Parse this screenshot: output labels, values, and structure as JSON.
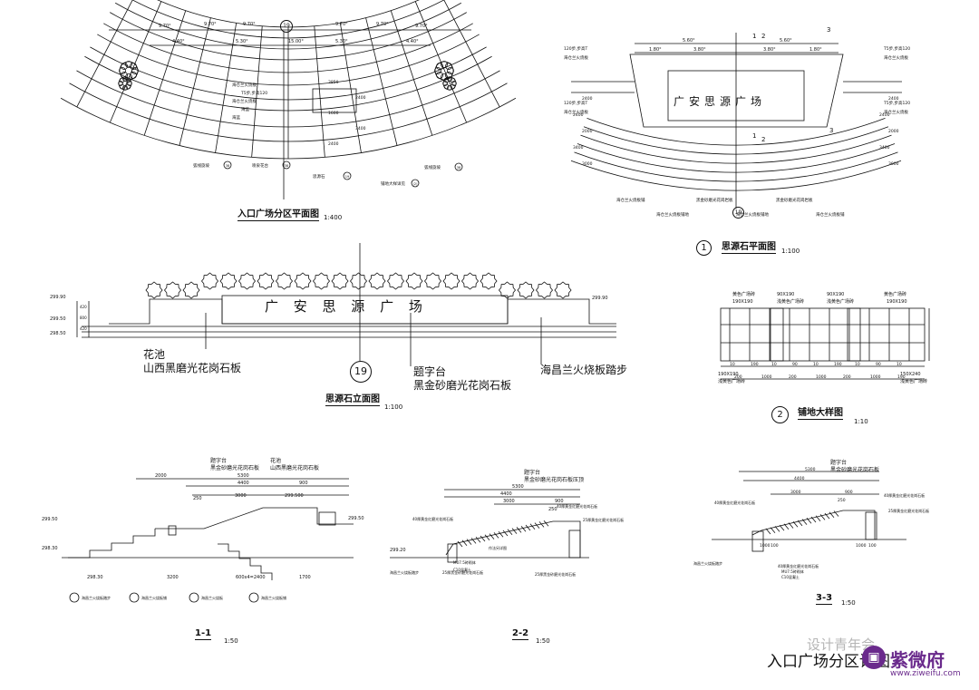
{
  "plan_titles": {
    "entry_plan": "入口广场分区平面图",
    "entry_plan_scale": "1:400",
    "stone_plan_num": "1",
    "stone_plan": "思源石平面图",
    "stone_plan_scale": "1:100",
    "elevation": "思源石立面图",
    "elevation_scale": "1:100",
    "paving_num": "2",
    "paving": "铺地大样图",
    "paving_scale": "1:10",
    "sec11": "1-1",
    "sec11_scale": "1:50",
    "sec22": "2-2",
    "sec22_scale": "1:50",
    "sec33": "3-3",
    "sec33_scale": "1:50",
    "sheet_title": "入口广场分区详图"
  },
  "entry_plan": {
    "grid_num": "19",
    "dims": [
      "9.70°",
      "9.70°",
      "9.70°",
      "9.70°",
      "9.70°",
      "9.70°",
      "4.40°",
      "4.40°",
      "5.30°",
      "5.30°",
      "15.00°"
    ],
    "labels": [
      "海仓兰火烧板",
      "T5步,步高120",
      "海仓兰火烧板",
      "海蓝",
      "海蓝"
    ],
    "numbers": [
      "3850",
      "2400",
      "1600",
      "3400",
      "2400"
    ],
    "callouts": [
      "弧线旋坡",
      "喷泉花台",
      "思源石",
      "弧线旋坡",
      "铺地大样详见"
    ],
    "callout_nums": [
      "38",
      "38",
      "19",
      "38",
      "(2)"
    ]
  },
  "stone_plan": {
    "title_text": "广安思源广场",
    "grid_num": "19",
    "top_dims": [
      "5.60°",
      "5.60°",
      "1.80°",
      "3.80°",
      "3.80°",
      "1.80°"
    ],
    "side_notes": [
      "120步,步高T",
      "海仓兰火烧板",
      "120步,步高T",
      "海仓兰火烧板",
      "T5步,步高120",
      "海仓兰火烧板",
      "T5步,步高120",
      "海仓兰火烧板"
    ],
    "v_dims_left": [
      "2400",
      "2400",
      "2000",
      "3400",
      "3000"
    ],
    "v_dims_right": [
      "2400",
      "2400",
      "2000",
      "3400",
      "3000"
    ],
    "bottom_notes": [
      "海仓兰火烧板铺",
      "海仓兰火烧板铺地",
      "黑金砂磨光花岗岩板",
      "海仓兰火烧板铺地",
      "黑金砂磨光花岗岩板",
      "海仓兰火烧板铺"
    ],
    "section_marks": [
      "1",
      "1",
      "2",
      "2",
      "3",
      "3"
    ]
  },
  "elevation": {
    "slogan": "广 安 思 源 广 场",
    "grid_num": "19",
    "levels_left": [
      "299.90",
      "299.50",
      "298.50"
    ],
    "levels_right": [
      "299.90"
    ],
    "heights": [
      "420",
      "800",
      "420"
    ],
    "notes": [
      "花池",
      "山西黑磨光花岗石板",
      "题字台",
      "黑金砂磨光花岗石板",
      "海昌兰火烧板踏步"
    ]
  },
  "paving": {
    "top_labels": [
      "黄色广场砖",
      "190X190",
      "90X190",
      "浅黄色广场砖",
      "90X190",
      "浅黄色广场砖",
      "黄色广场砖",
      "190X190"
    ],
    "bottom_labels": [
      "190X190",
      "浅黄色广场砖",
      "150X240",
      "浅黄色广场砖"
    ],
    "dims": [
      "10",
      "190",
      "10",
      "90",
      "10",
      "190",
      "10",
      "90",
      "10",
      "200",
      "1000",
      "200",
      "1000",
      "200",
      "1000",
      "190"
    ]
  },
  "sections": {
    "s11": {
      "top_labels": [
        "题字台",
        "黑金砂磨光花岗石板",
        "花池",
        "山西黑磨光花岗石板"
      ],
      "dims": [
        "2000",
        "5300",
        "4400",
        "900",
        "3000",
        "299.500",
        "250",
        "299.50",
        "298.30",
        "600x4=2400",
        "3200",
        "600x4=2400",
        "1700"
      ],
      "levels": [
        "299.50",
        "298.30",
        "299.50"
      ],
      "bottom_notes": [
        "海昌兰火烧板踏步",
        "海昌兰火烧板铺",
        "海昌兰火烧板",
        "海昌兰火烧板铺"
      ]
    },
    "s22": {
      "top_labels": [
        "题字台",
        "黑金砂磨光花岗石板压顶"
      ],
      "dims": [
        "5300",
        "4400",
        "3000",
        "900",
        "250"
      ],
      "notes": [
        "40厚黄金红磨光花岗石板",
        "40厚黄金红磨光花岗石板",
        "25厚黄金红磨光花岗石板",
        "25厚黑金砂磨光花岗石板",
        "MU7.5砖砌体",
        "C10混凝土",
        "25厚黑金砂磨光花岗石板",
        "作法另详图",
        "299.20",
        "海昌兰火烧板踏步"
      ]
    },
    "s33": {
      "top_labels": [
        "题字台",
        "黑金砂磨光花岗石板"
      ],
      "dims": [
        "5300",
        "4400",
        "3000",
        "900",
        "250",
        "1000",
        "100",
        "1000",
        "100"
      ],
      "notes": [
        "40厚黄金红磨光花岗石板",
        "40厚黄金红磨光花岗石板",
        "25厚黄金红磨光花岗石板",
        "40厚黄金红磨光花岗石板",
        "MU7.5砖砌体",
        "C10混凝土",
        "海昌兰火烧板踏步"
      ]
    }
  },
  "watermark": {
    "wechat": "设计青年会",
    "brand": "紫微府",
    "url": "www.ziweifu.com",
    "brand_color": "#6a2a8c"
  },
  "colors": {
    "ink": "#111111",
    "paper": "#ffffff"
  }
}
